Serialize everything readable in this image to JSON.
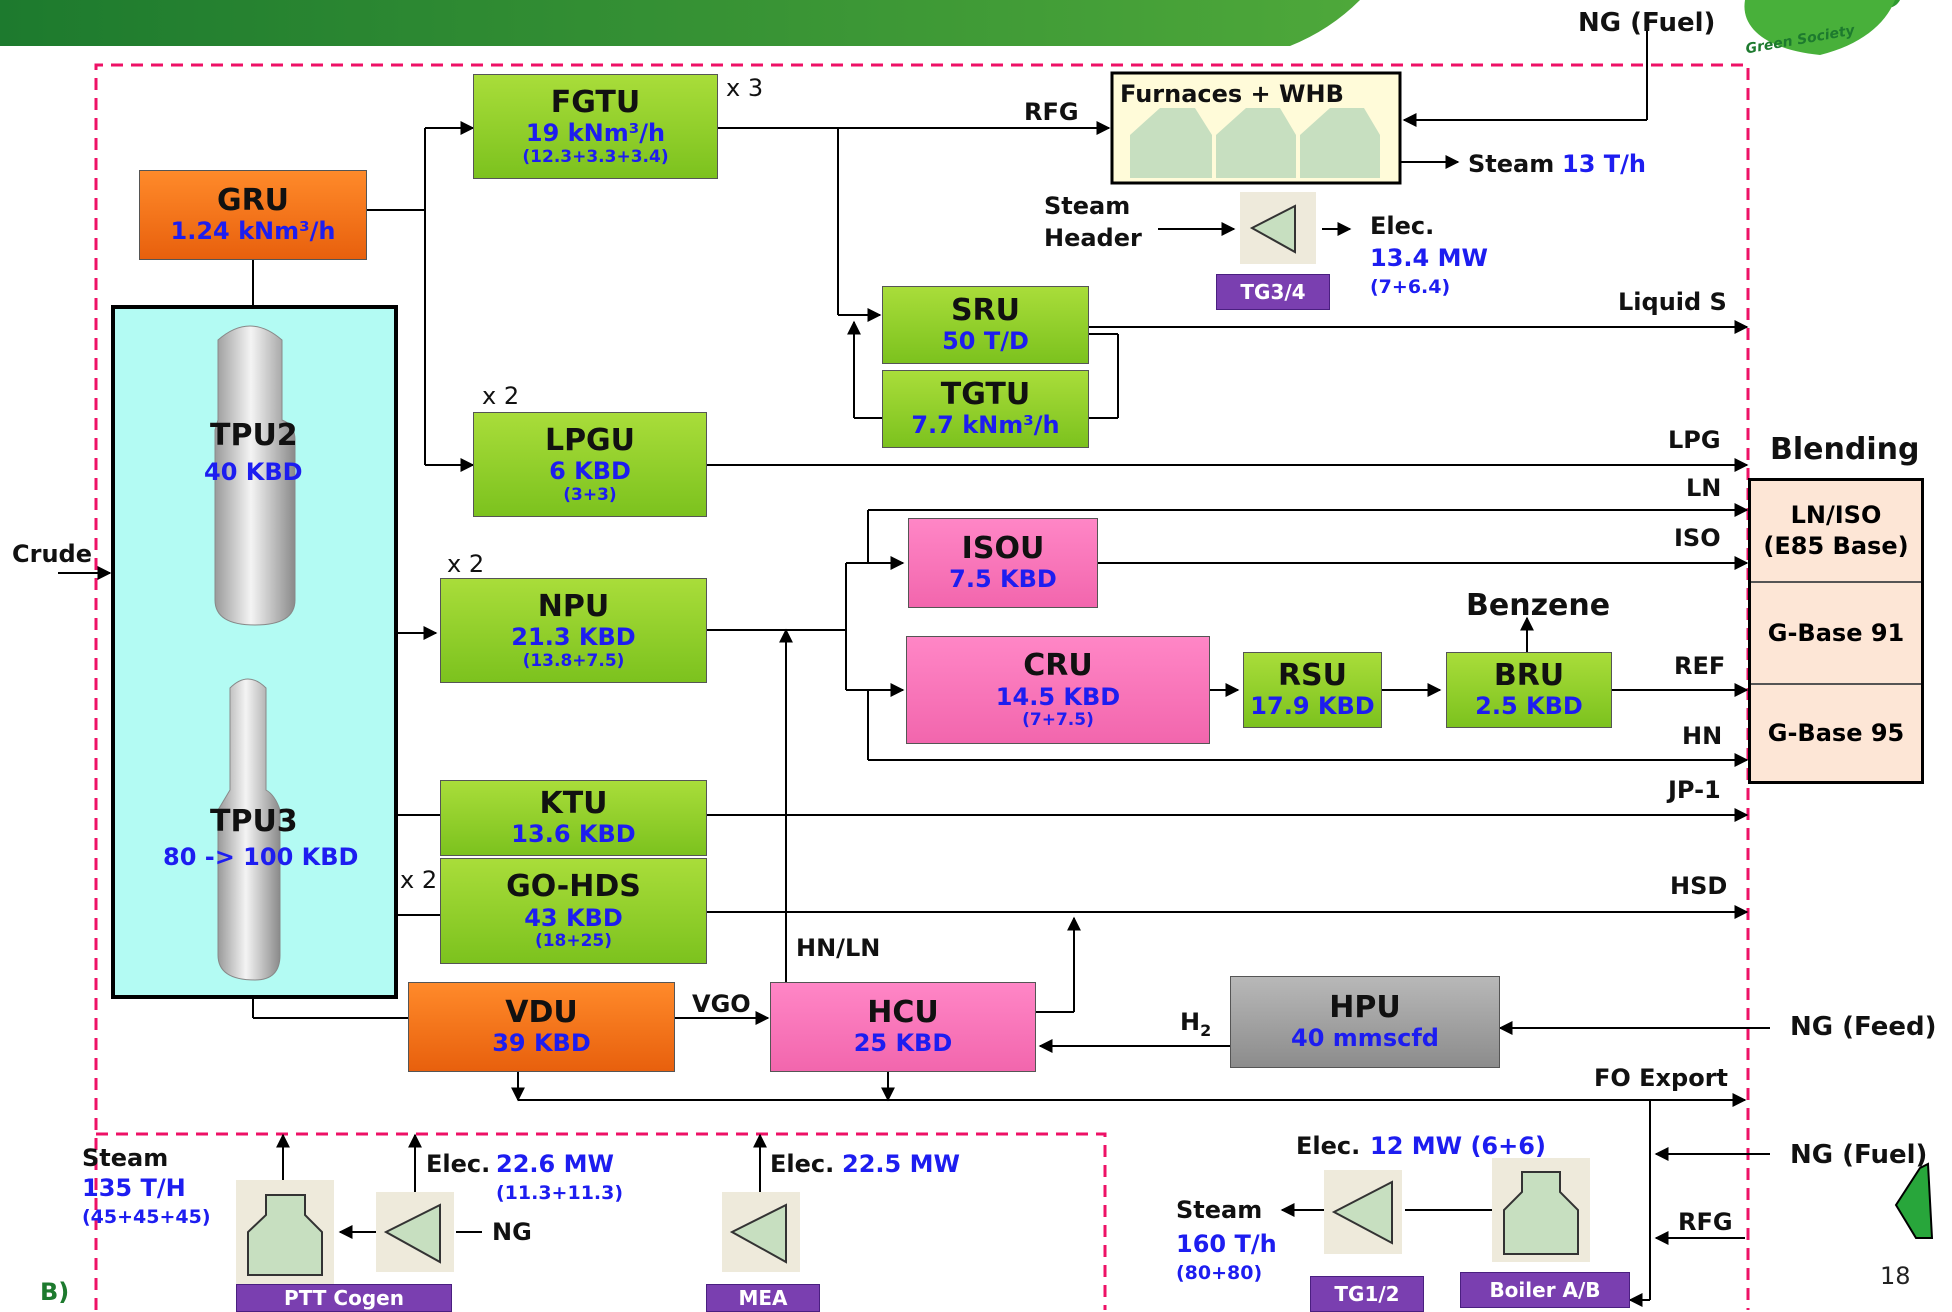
{
  "header": {
    "ng_fuel_top": "NG (Fuel)",
    "logo_text": "Green Society"
  },
  "units": {
    "fgtu": {
      "name": "FGTU",
      "cap": "19 kNm³/h",
      "sub": "(12.3+3.3+3.4)",
      "mult": "x 3"
    },
    "gru": {
      "name": "GRU",
      "cap": "1.24 kNm³/h"
    },
    "tpu2": {
      "name": "TPU2",
      "cap": "40 KBD"
    },
    "tpu3": {
      "name": "TPU3",
      "cap": "80 -> 100 KBD"
    },
    "sru": {
      "name": "SRU",
      "cap": "50 T/D"
    },
    "tgtu": {
      "name": "TGTU",
      "cap": "7.7 kNm³/h"
    },
    "lpgu": {
      "name": "LPGU",
      "cap": "6 KBD",
      "sub": "(3+3)",
      "mult": "x 2"
    },
    "npu": {
      "name": "NPU",
      "cap": "21.3 KBD",
      "sub": "(13.8+7.5)",
      "mult": "x 2"
    },
    "isou": {
      "name": "ISOU",
      "cap": "7.5 KBD"
    },
    "cru": {
      "name": "CRU",
      "cap": "14.5 KBD",
      "sub": "(7+7.5)"
    },
    "rsu": {
      "name": "RSU",
      "cap": "17.9 KBD"
    },
    "bru": {
      "name": "BRU",
      "cap": "2.5 KBD"
    },
    "ktu": {
      "name": "KTU",
      "cap": "13.6 KBD"
    },
    "gohds": {
      "name": "GO-HDS",
      "cap": "43 KBD",
      "sub": "(18+25)",
      "mult": "x 2"
    },
    "vdu": {
      "name": "VDU",
      "cap": "39 KBD"
    },
    "hcu": {
      "name": "HCU",
      "cap": "25 KBD"
    },
    "hpu": {
      "name": "HPU",
      "cap": "40 mmscfd"
    }
  },
  "furnaces": {
    "title": "Furnaces + WHB",
    "rfg": "RFG",
    "steam_label": "Steam",
    "steam_value": "13 T/h"
  },
  "tg34": {
    "steam_header_1": "Steam",
    "steam_header_2": "Header",
    "elec_label": "Elec.",
    "elec_value": "13.4 MW",
    "elec_sub": "(7+6.4)",
    "tag": "TG3/4"
  },
  "streams": {
    "crude": "Crude",
    "liquid_s": "Liquid S",
    "lpg": "LPG",
    "ln": "LN",
    "iso": "ISO",
    "benzene": "Benzene",
    "ref": "REF",
    "hn": "HN",
    "jp1": "JP-1",
    "hsd": "HSD",
    "hnln": "HN/LN",
    "vgo": "VGO",
    "h2": "H",
    "h2_sub": "2",
    "ng_feed": "NG (Feed)",
    "fo_export": "FO Export",
    "ng_fuel_bottom": "NG (Fuel)",
    "rfg_bottom": "RFG"
  },
  "blending": {
    "title": "Blending",
    "rows": [
      "LN/ISO\n(E85 Base)",
      "G-Base 91",
      "G-Base 95"
    ]
  },
  "utilities": {
    "cogen_steam_label": "Steam",
    "cogen_steam_value": "135 T/H",
    "cogen_steam_sub": "(45+45+45)",
    "cogen_elec_label": "Elec.",
    "cogen_elec_value": "22.6 MW",
    "cogen_elec_sub": "(11.3+11.3)",
    "ng": "NG",
    "ptt_tag": "PTT Cogen",
    "mea_elec_label": "Elec.",
    "mea_elec_value": "22.5 MW",
    "mea_tag": "MEA",
    "tg12_elec_label": "Elec.",
    "tg12_elec_value": "12 MW (6+6)",
    "tg12_steam_label": "Steam",
    "tg12_steam_value": "160 T/h",
    "tg12_steam_sub": "(80+80)",
    "tg12_tag": "TG1/2",
    "boiler_tag": "Boiler A/B"
  },
  "footer": {
    "section_label": "B)",
    "page_number": "18"
  },
  "colors": {
    "process_green": "#8fcf26",
    "vacuum_orange": "#f27219",
    "reforming_pink": "#f878b8",
    "hydrogen_gray": "#a0a0a0",
    "boundary_red": "#ee1166",
    "capacity_blue": "#1d1df0",
    "tower_panel": "#b3fbf3"
  }
}
